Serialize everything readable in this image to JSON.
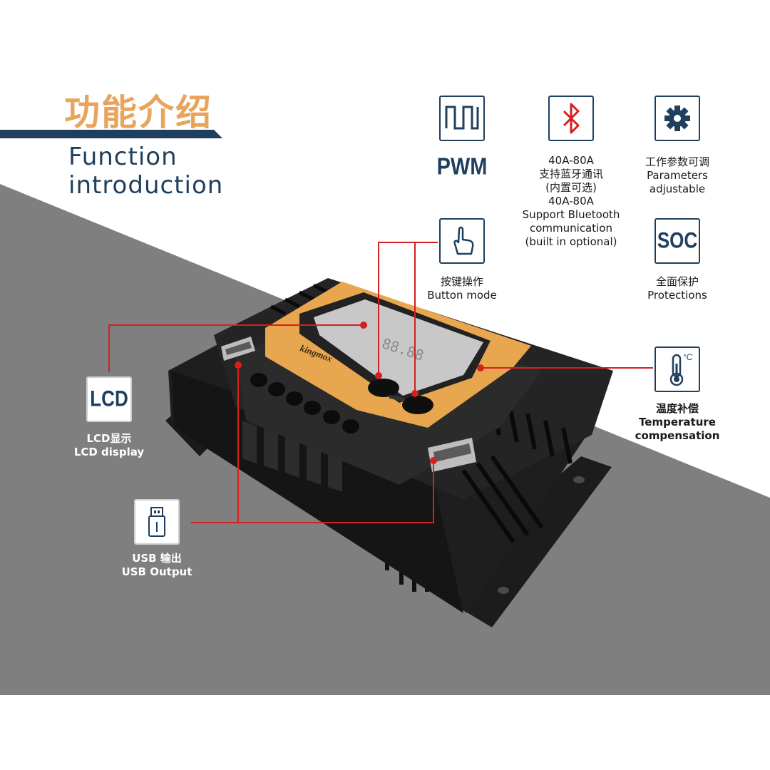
{
  "colors": {
    "accent_orange": "#E8A45C",
    "navy": "#1F3F5E",
    "callout_red": "#D42020",
    "gray_band": "#808080",
    "bluetooth_red": "#D42020"
  },
  "header": {
    "title_cn": "功能介绍",
    "title_en_line1": "Function",
    "title_en_line2": "introduction"
  },
  "device": {
    "brand": "kingmox",
    "lcd_digits": "88.88"
  },
  "features": [
    {
      "id": "pwm",
      "icon": "square-wave-icon",
      "label": "PWM"
    },
    {
      "id": "bluetooth",
      "icon": "bluetooth-icon",
      "lines": [
        "40A-80A",
        "支持蓝牙通讯",
        "(内置可选)",
        "40A-80A",
        "Support Bluetooth",
        "communication",
        "(built in optional)"
      ]
    },
    {
      "id": "parameters",
      "icon": "gear-icon",
      "lines": [
        "工作参数可调",
        "Parameters",
        "adjustable"
      ]
    },
    {
      "id": "button",
      "icon": "hand-pointer-icon",
      "lines": [
        "按键操作",
        "Button mode"
      ]
    },
    {
      "id": "soc",
      "icon": "soc-icon",
      "icon_text": "SOC",
      "lines": [
        "全面保护",
        "Protections"
      ]
    },
    {
      "id": "temperature",
      "icon": "thermometer-icon",
      "icon_text": "°C",
      "lines": [
        "温度补偿",
        "Temperature",
        "compensation"
      ]
    },
    {
      "id": "lcd",
      "icon": "lcd-icon",
      "icon_text": "LCD",
      "lines": [
        "LCD显示",
        "LCD display"
      ]
    },
    {
      "id": "usb",
      "icon": "usb-icon",
      "lines": [
        "USB 输出",
        "USB Output"
      ]
    }
  ]
}
